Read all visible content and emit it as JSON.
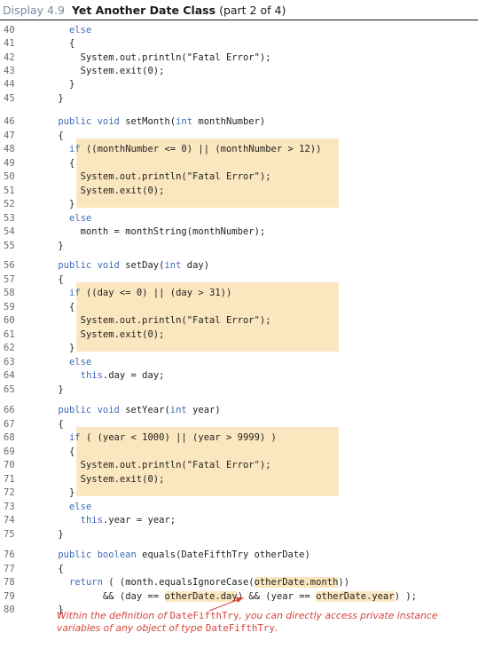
{
  "header": {
    "display_label": "Display 4.9",
    "title": "Yet Another Date Class",
    "part": "(part 2 of 4)"
  },
  "note": {
    "prefix": "Within the definition of ",
    "class_name_1": "DateFifthTry",
    "middle": ", you can directly access private instance variables of any object of type ",
    "class_name_2": "DateFifthTry",
    "suffix": "."
  },
  "colors": {
    "highlight": "#fbe7bf",
    "keyword": "#3b6cb7",
    "note": "#d4443a"
  },
  "lines": [
    {
      "num": "40",
      "indent": 6,
      "text": "else"
    },
    {
      "num": "41",
      "indent": 6,
      "text": "{"
    },
    {
      "num": "42",
      "indent": 8,
      "text": "System.out.println(\"Fatal Error\");"
    },
    {
      "num": "43",
      "indent": 8,
      "text": "System.exit(0);"
    },
    {
      "num": "44",
      "indent": 6,
      "text": "}"
    },
    {
      "num": "45",
      "indent": 4,
      "text": "}"
    },
    {
      "num": "46",
      "indent": 4,
      "text": "public void setMonth(int monthNumber)"
    },
    {
      "num": "47",
      "indent": 4,
      "text": "{"
    },
    {
      "num": "48",
      "indent": 6,
      "text": "if ((monthNumber <= 0) || (monthNumber > 12))"
    },
    {
      "num": "49",
      "indent": 6,
      "text": "{"
    },
    {
      "num": "50",
      "indent": 8,
      "text": "System.out.println(\"Fatal Error\");"
    },
    {
      "num": "51",
      "indent": 8,
      "text": "System.exit(0);"
    },
    {
      "num": "52",
      "indent": 6,
      "text": "}"
    },
    {
      "num": "53",
      "indent": 6,
      "text": "else"
    },
    {
      "num": "54",
      "indent": 8,
      "text": "month = monthString(monthNumber);"
    },
    {
      "num": "55",
      "indent": 4,
      "text": "}"
    },
    {
      "num": "56",
      "indent": 4,
      "text": "public void setDay(int day)"
    },
    {
      "num": "57",
      "indent": 4,
      "text": "{"
    },
    {
      "num": "58",
      "indent": 6,
      "text": "if ((day <= 0) || (day > 31))"
    },
    {
      "num": "59",
      "indent": 6,
      "text": "{"
    },
    {
      "num": "60",
      "indent": 8,
      "text": "System.out.println(\"Fatal Error\");"
    },
    {
      "num": "61",
      "indent": 8,
      "text": "System.exit(0);"
    },
    {
      "num": "62",
      "indent": 6,
      "text": "}"
    },
    {
      "num": "63",
      "indent": 6,
      "text": "else"
    },
    {
      "num": "64",
      "indent": 8,
      "text": "this.day = day;"
    },
    {
      "num": "65",
      "indent": 4,
      "text": "}"
    },
    {
      "num": "66",
      "indent": 4,
      "text": "public void setYear(int year)"
    },
    {
      "num": "67",
      "indent": 4,
      "text": "{"
    },
    {
      "num": "68",
      "indent": 6,
      "text": "if ( (year < 1000) || (year > 9999) )"
    },
    {
      "num": "69",
      "indent": 6,
      "text": "{"
    },
    {
      "num": "70",
      "indent": 8,
      "text": "System.out.println(\"Fatal Error\");"
    },
    {
      "num": "71",
      "indent": 8,
      "text": "System.exit(0);"
    },
    {
      "num": "72",
      "indent": 6,
      "text": "}"
    },
    {
      "num": "73",
      "indent": 6,
      "text": "else"
    },
    {
      "num": "74",
      "indent": 8,
      "text": "this.year = year;"
    },
    {
      "num": "75",
      "indent": 4,
      "text": "}"
    },
    {
      "num": "76",
      "indent": 4,
      "text": "public boolean equals(DateFifthTry otherDate)"
    },
    {
      "num": "77",
      "indent": 4,
      "text": "{"
    },
    {
      "num": "78",
      "indent": 6,
      "segments": [
        {
          "text": "return ( (month.equalsIgnoreCase(",
          "hl": false
        },
        {
          "text": "otherDate.month",
          "hl": true
        },
        {
          "text": "))",
          "hl": false
        }
      ]
    },
    {
      "num": "79",
      "indent": 12,
      "segments": [
        {
          "text": "&& (day == ",
          "hl": false
        },
        {
          "text": "otherDate.day",
          "hl": true
        },
        {
          "text": ") && (year == ",
          "hl": false
        },
        {
          "text": "otherDate.year",
          "hl": true
        },
        {
          "text": ") );",
          "hl": false
        }
      ]
    },
    {
      "num": "80",
      "indent": 4,
      "text": "}"
    }
  ]
}
